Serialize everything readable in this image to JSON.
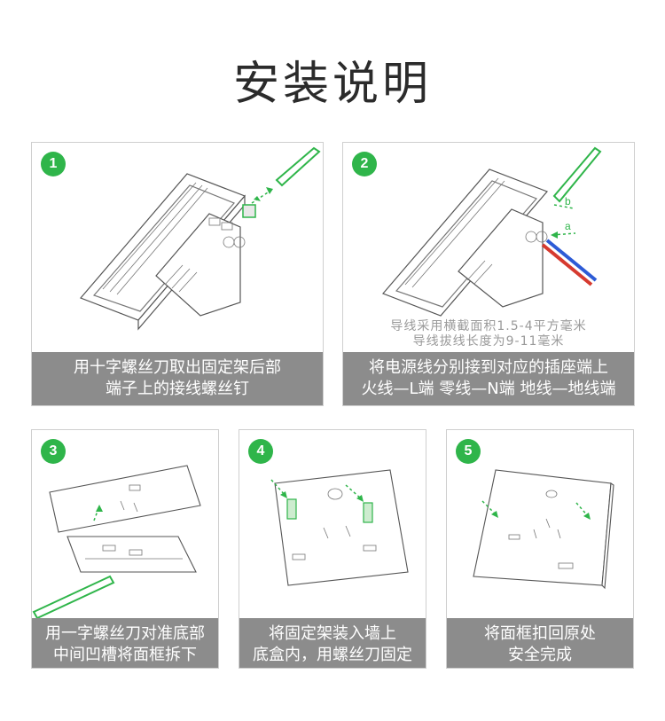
{
  "title": "安装说明",
  "steps": [
    {
      "num": "1",
      "caption1": "用十字螺丝刀取出固定架后部",
      "caption2": "端子上的接线螺丝钉"
    },
    {
      "num": "2",
      "caption1": "将电源线分别接到对应的插座端上",
      "caption2": "火线—L端 零线—N端 地线—地线端",
      "note1": "导线采用横截面积1.5-4平方毫米",
      "note2": "导线拔线长度为9-11毫米",
      "label_a": "a",
      "label_b": "b"
    },
    {
      "num": "3",
      "caption1": "用一字螺丝刀对准底部",
      "caption2": "中间凹槽将面框拆下"
    },
    {
      "num": "4",
      "caption1": "将固定架装入墙上",
      "caption2": "底盒内，用螺丝刀固定"
    },
    {
      "num": "5",
      "caption1": "将面框扣回原处",
      "caption2": "安全完成"
    }
  ],
  "colors": {
    "accent": "#2fb54a",
    "caption_bg": "#8c8c8c"
  }
}
